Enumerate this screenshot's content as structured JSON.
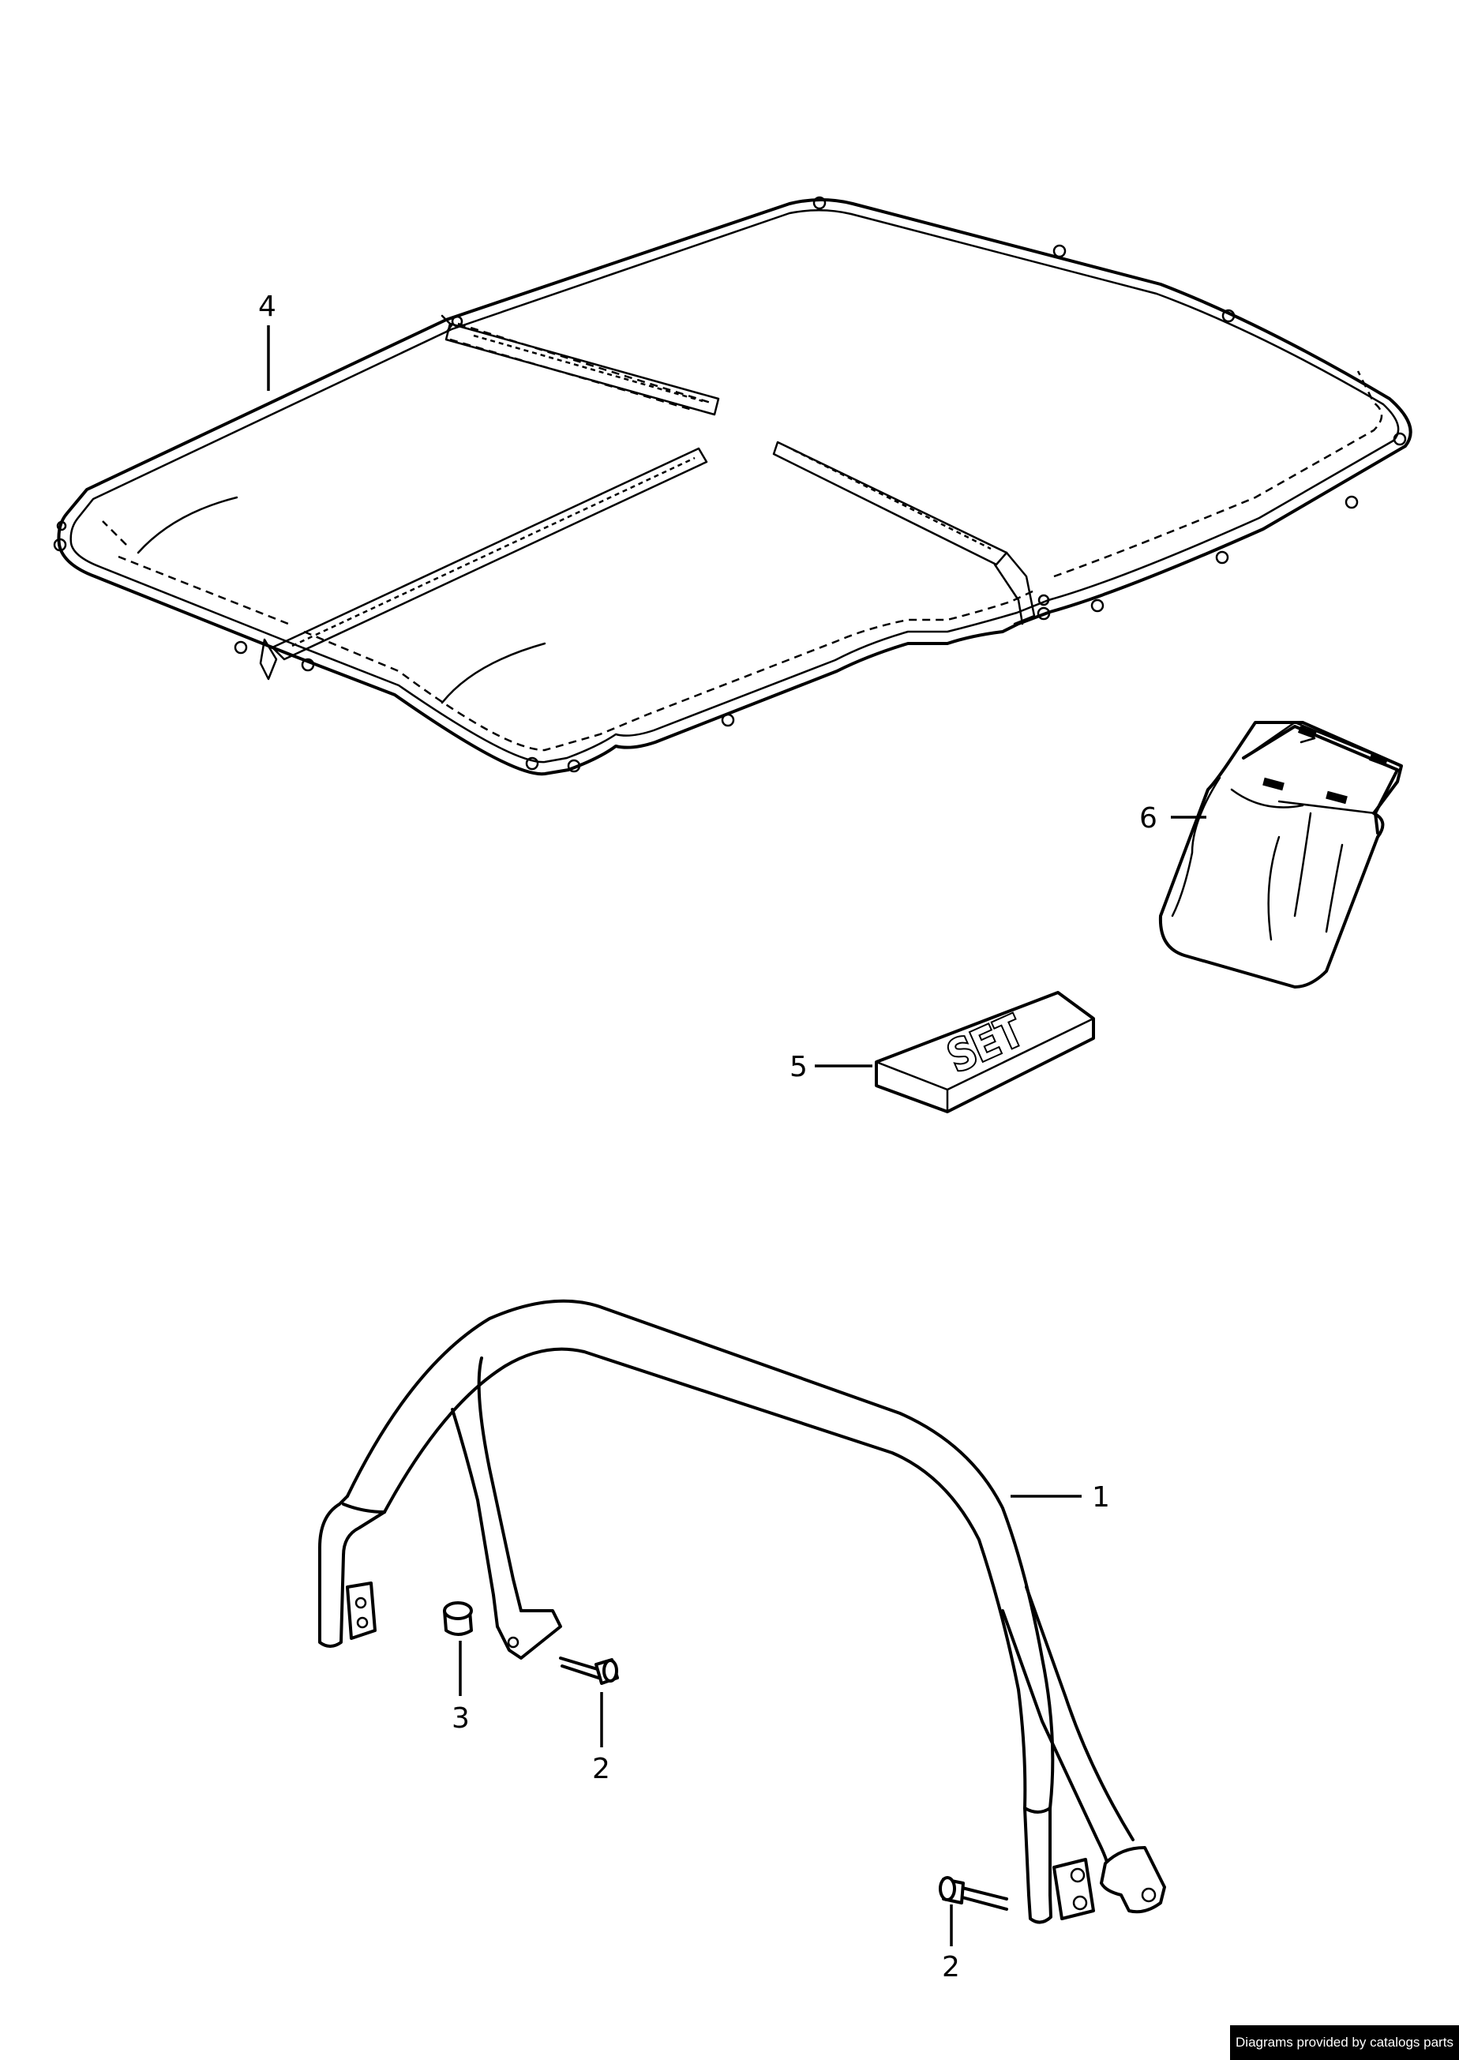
{
  "callouts": {
    "c1": "1",
    "c2a": "2",
    "c2b": "2",
    "c3": "3",
    "c4": "4",
    "c5": "5",
    "c6": "6"
  },
  "box_text": "SET",
  "credit": "Diagrams provided by catalogs parts"
}
